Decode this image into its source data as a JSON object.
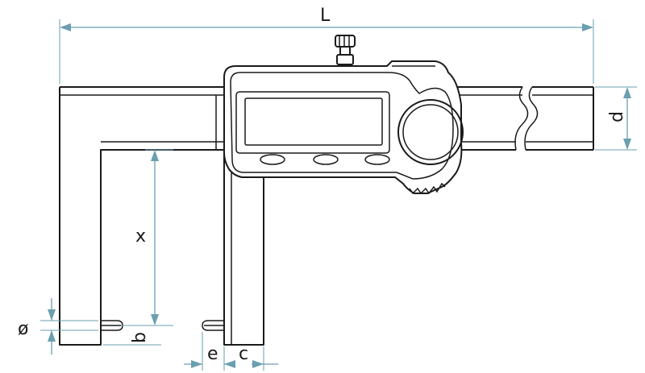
{
  "dimensions": {
    "overall_length": "L",
    "beam_height": "d",
    "jaw_depth": "x",
    "pin_diameter": "ø",
    "pin_offset": "b",
    "pin_to_jaw": "e",
    "jaw_width": "c"
  },
  "colors": {
    "outline": "#1a1a1a",
    "dimension_lines": "#6a9fb0",
    "background": "#ffffff"
  },
  "parts": {
    "display": "lcd-screen",
    "buttons": [
      "button-left",
      "button-middle",
      "button-right"
    ],
    "thumb_wheel": "thumb-wheel",
    "lock_screw": "lock-screw"
  }
}
